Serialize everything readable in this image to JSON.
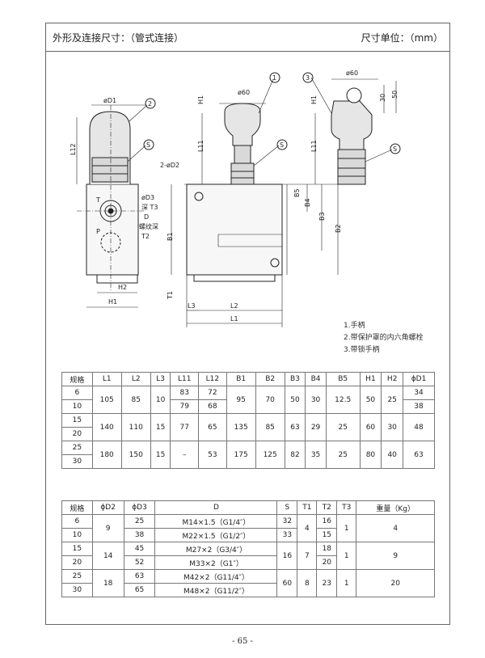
{
  "header": {
    "title": "外形及连接尺寸：（管式连接）",
    "unit": "尺寸单位：（mm）"
  },
  "legend": [
    "1.手柄",
    "2.带保护罩的内六角螺栓",
    "3.带锁手柄"
  ],
  "drawing": {
    "dims": {
      "D1": "øD1",
      "D2": "2-øD2",
      "D3": "øD3",
      "T3": "深 T3",
      "D": "D",
      "thread": "螺纹深",
      "T2": "T2",
      "T1": "T1",
      "T": "T",
      "P": "P",
      "L1": "L1",
      "L2": "L2",
      "L3": "L3",
      "L11": "L11",
      "L12": "L12",
      "B1": "B1",
      "B2": "B2",
      "B3": "B3",
      "B4": "B4",
      "B5": "B5",
      "H1": "H1",
      "H2": "H2",
      "d60a": "ø60",
      "d60b": "ø60",
      "v30": "30",
      "v50": "50",
      "H11a": "H1",
      "H11b": "H1"
    },
    "callouts": [
      "1",
      "2",
      "3",
      "S",
      "S",
      "S"
    ]
  },
  "table1": {
    "headers": [
      "规格",
      "L1",
      "L2",
      "L3",
      "L11",
      "L12",
      "B1",
      "B2",
      "B3",
      "B4",
      "B5",
      "H1",
      "H2",
      "ϕD1"
    ],
    "rows": [
      [
        "6",
        "105",
        "85",
        "10",
        "83",
        "72",
        "95",
        "70",
        "50",
        "30",
        "12.5",
        "50",
        "25",
        "34"
      ],
      [
        "10",
        "79",
        "68",
        "38"
      ],
      [
        "15",
        "140",
        "110",
        "15",
        "77",
        "65",
        "135",
        "85",
        "63",
        "29",
        "25",
        "60",
        "30",
        "48"
      ],
      [
        "20"
      ],
      [
        "25",
        "180",
        "150",
        "15",
        "–",
        "53",
        "175",
        "125",
        "82",
        "35",
        "25",
        "80",
        "40",
        "63"
      ],
      [
        "30"
      ]
    ]
  },
  "table2": {
    "headers": [
      "规格",
      "ϕD2",
      "ϕD3",
      "D",
      "S",
      "T1",
      "T2",
      "T3",
      "重量（Kg）"
    ],
    "rows": [
      [
        "6",
        "9",
        "25",
        "M14×1.5（G1/4″）",
        "32",
        "4",
        "16",
        "1",
        "4"
      ],
      [
        "10",
        "38",
        "M22×1.5（G1/2″）",
        "33",
        "15"
      ],
      [
        "15",
        "14",
        "45",
        "M27×2（G3/4″）",
        "16",
        "7",
        "18",
        "1",
        "9"
      ],
      [
        "20",
        "52",
        "M33×2（G1″）",
        "20"
      ],
      [
        "25",
        "18",
        "63",
        "M42×2（G11/4″）",
        "60",
        "8",
        "23",
        "1",
        "20"
      ],
      [
        "30",
        "65",
        "M48×2（G11/2″）"
      ]
    ]
  },
  "page_number": "- 65 -"
}
